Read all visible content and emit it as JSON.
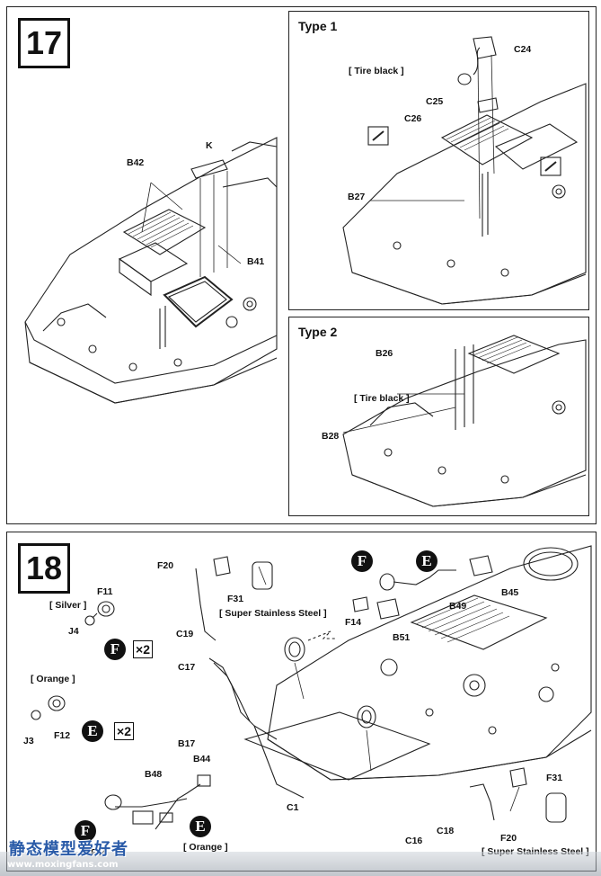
{
  "step17": {
    "number": "17",
    "labels": {
      "k": "K",
      "b42": "B42",
      "b41": "B41"
    },
    "type1": {
      "title": "Type 1",
      "tire_black": "[ Tire black ]",
      "c24": "C24",
      "c25": "C25",
      "c26": "C26",
      "b27": "B27"
    },
    "type2": {
      "title": "Type 2",
      "b26": "B26",
      "tire_black": "[ Tire black ]",
      "b28": "B28"
    }
  },
  "step18": {
    "number": "18",
    "labels": {
      "f20_top": "F20",
      "f31_top": "F31",
      "super_steel_top": "[ Super Stainless Steel ]",
      "silver": "[ Silver ]",
      "f11": "F11",
      "j4": "J4",
      "c19": "C19",
      "c17": "C17",
      "orange_left": "[ Orange ]",
      "j3": "J3",
      "f12": "F12",
      "b17": "B17",
      "b44": "B44",
      "b48": "B48",
      "f14_bottom": "F14",
      "orange_bottom": "[ Orange ]",
      "c1": "C1",
      "c16": "C16",
      "c18": "C18",
      "f20_bottom": "F20",
      "f31_bottom": "F31",
      "super_steel_bottom": "[ Super Stainless Steel ]",
      "f14_mid": "F14",
      "b51": "B51",
      "b49": "B49",
      "b45": "B45"
    },
    "badges": {
      "f": "F",
      "e": "E"
    },
    "multiplier": "×2"
  },
  "watermark": {
    "title": "静态模型爱好者",
    "url": "www.moxingfans.com"
  },
  "colors": {
    "ink": "#111111",
    "paper": "#ffffff",
    "watermark_blue": "#2a5ba8"
  }
}
